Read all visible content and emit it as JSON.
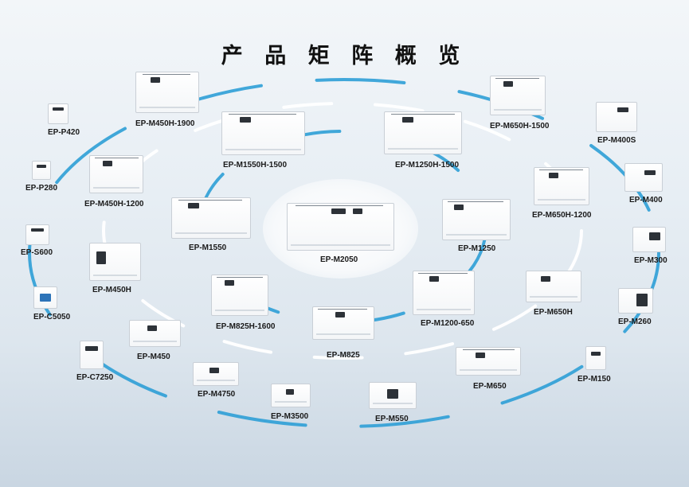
{
  "page": {
    "title": "产 品 矩 阵 概 览",
    "accent_color": "#2e9fd6"
  },
  "products": [
    {
      "id": "ep-m2050",
      "label": "EP-M2050"
    },
    {
      "id": "ep-m450h-1900",
      "label": "EP-M450H-1900"
    },
    {
      "id": "ep-m1550h-1500",
      "label": "EP-M1550H-1500"
    },
    {
      "id": "ep-m1250h-1500",
      "label": "EP-M1250H-1500"
    },
    {
      "id": "ep-m650h-1500",
      "label": "EP-M650H-1500"
    },
    {
      "id": "ep-p420",
      "label": "EP-P420"
    },
    {
      "id": "ep-p280",
      "label": "EP-P280"
    },
    {
      "id": "ep-s600",
      "label": "EP-S600"
    },
    {
      "id": "ep-c5050",
      "label": "EP-C5050"
    },
    {
      "id": "ep-c7250",
      "label": "EP-C7250"
    },
    {
      "id": "ep-m450h-1200",
      "label": "EP-M450H-1200"
    },
    {
      "id": "ep-m450h",
      "label": "EP-M450H"
    },
    {
      "id": "ep-m450",
      "label": "EP-M450"
    },
    {
      "id": "ep-m4750",
      "label": "EP-M4750"
    },
    {
      "id": "ep-m3500",
      "label": "EP-M3500"
    },
    {
      "id": "ep-m550",
      "label": "EP-M550"
    },
    {
      "id": "ep-m650",
      "label": "EP-M650"
    },
    {
      "id": "ep-m150",
      "label": "EP-M150"
    },
    {
      "id": "ep-m260",
      "label": "EP-M260"
    },
    {
      "id": "ep-m300",
      "label": "EP-M300"
    },
    {
      "id": "ep-m400",
      "label": "EP-M400"
    },
    {
      "id": "ep-m400s",
      "label": "EP-M400S"
    },
    {
      "id": "ep-m650h-1200",
      "label": "EP-M650H-1200"
    },
    {
      "id": "ep-m650h",
      "label": "EP-M650H"
    },
    {
      "id": "ep-m1550",
      "label": "EP-M1550"
    },
    {
      "id": "ep-m825h-1600",
      "label": "EP-M825H-1600"
    },
    {
      "id": "ep-m825",
      "label": "EP-M825"
    },
    {
      "id": "ep-m1200-650",
      "label": "EP-M1200-650"
    },
    {
      "id": "ep-m1250",
      "label": "EP-M1250"
    }
  ]
}
